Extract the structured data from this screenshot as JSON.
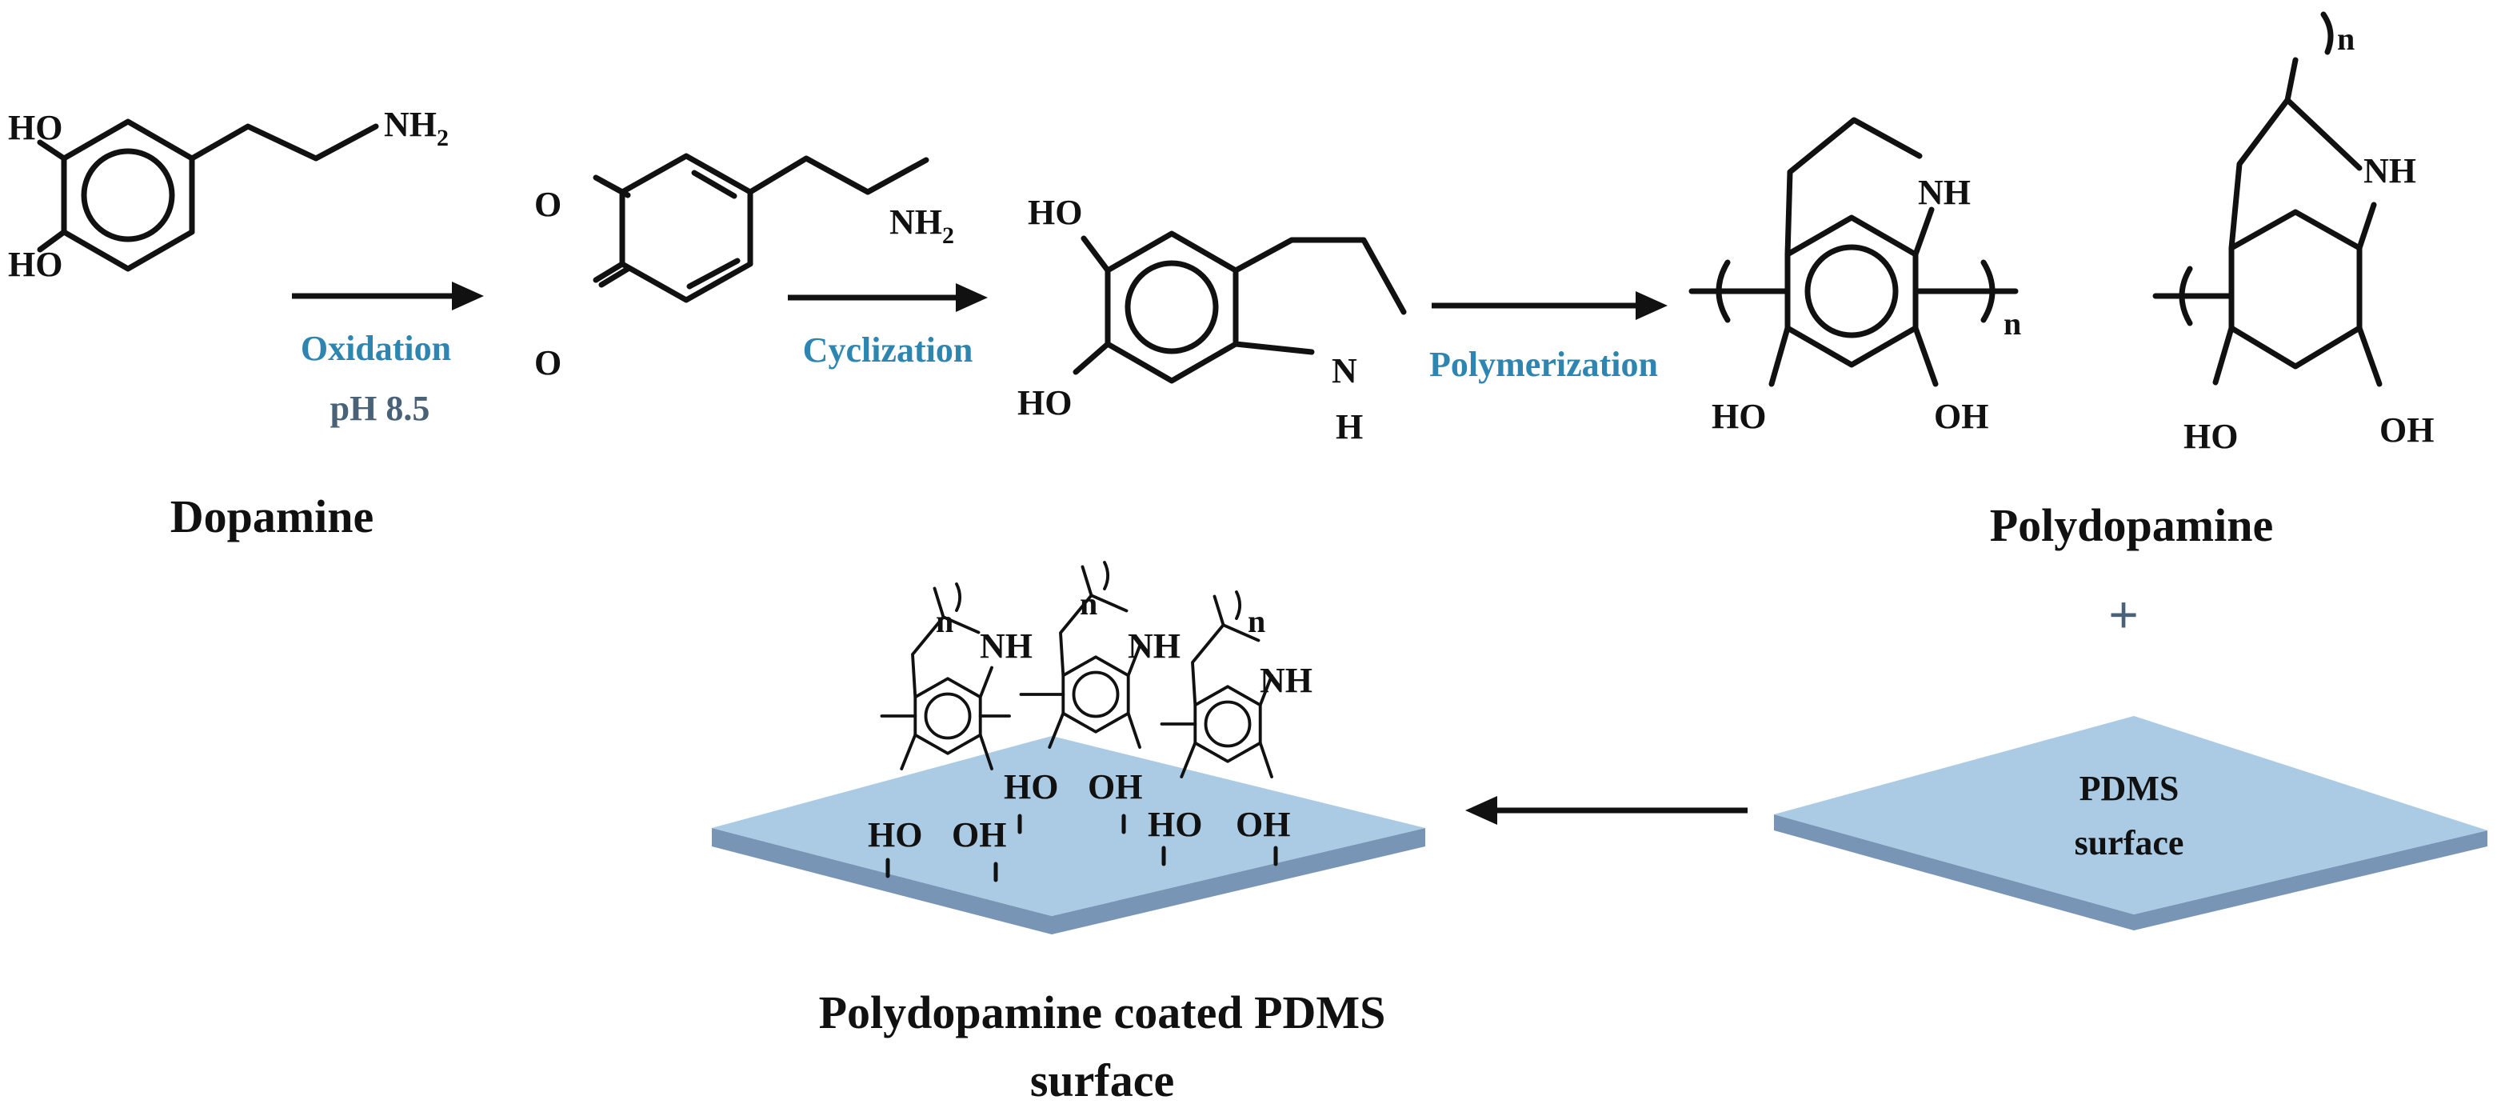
{
  "colors": {
    "step_label": "#2e86b0",
    "condition_label": "#4a6278",
    "plate_top": "#aacbe3",
    "plate_edge": "#7895b5",
    "plus": "#4a6278"
  },
  "atoms": {
    "ho": "HO",
    "oh": "OH",
    "nh": "NH",
    "nh2_main": "NH",
    "nh2_sub": "2",
    "n": "N",
    "h": "H",
    "o": "O",
    "repeat_n": "n"
  },
  "steps": {
    "oxidation": "Oxidation",
    "ph": "pH 8.5",
    "cyclization": "Cyclization",
    "polymerization": "Polymerization"
  },
  "labels": {
    "dopamine": "Dopamine",
    "polydopamine": "Polydopamine",
    "plus": "+",
    "pdms_line1": "PDMS",
    "pdms_line2": "surface",
    "coated_line1": "Polydopamine coated PDMS",
    "coated_line2": "surface"
  }
}
